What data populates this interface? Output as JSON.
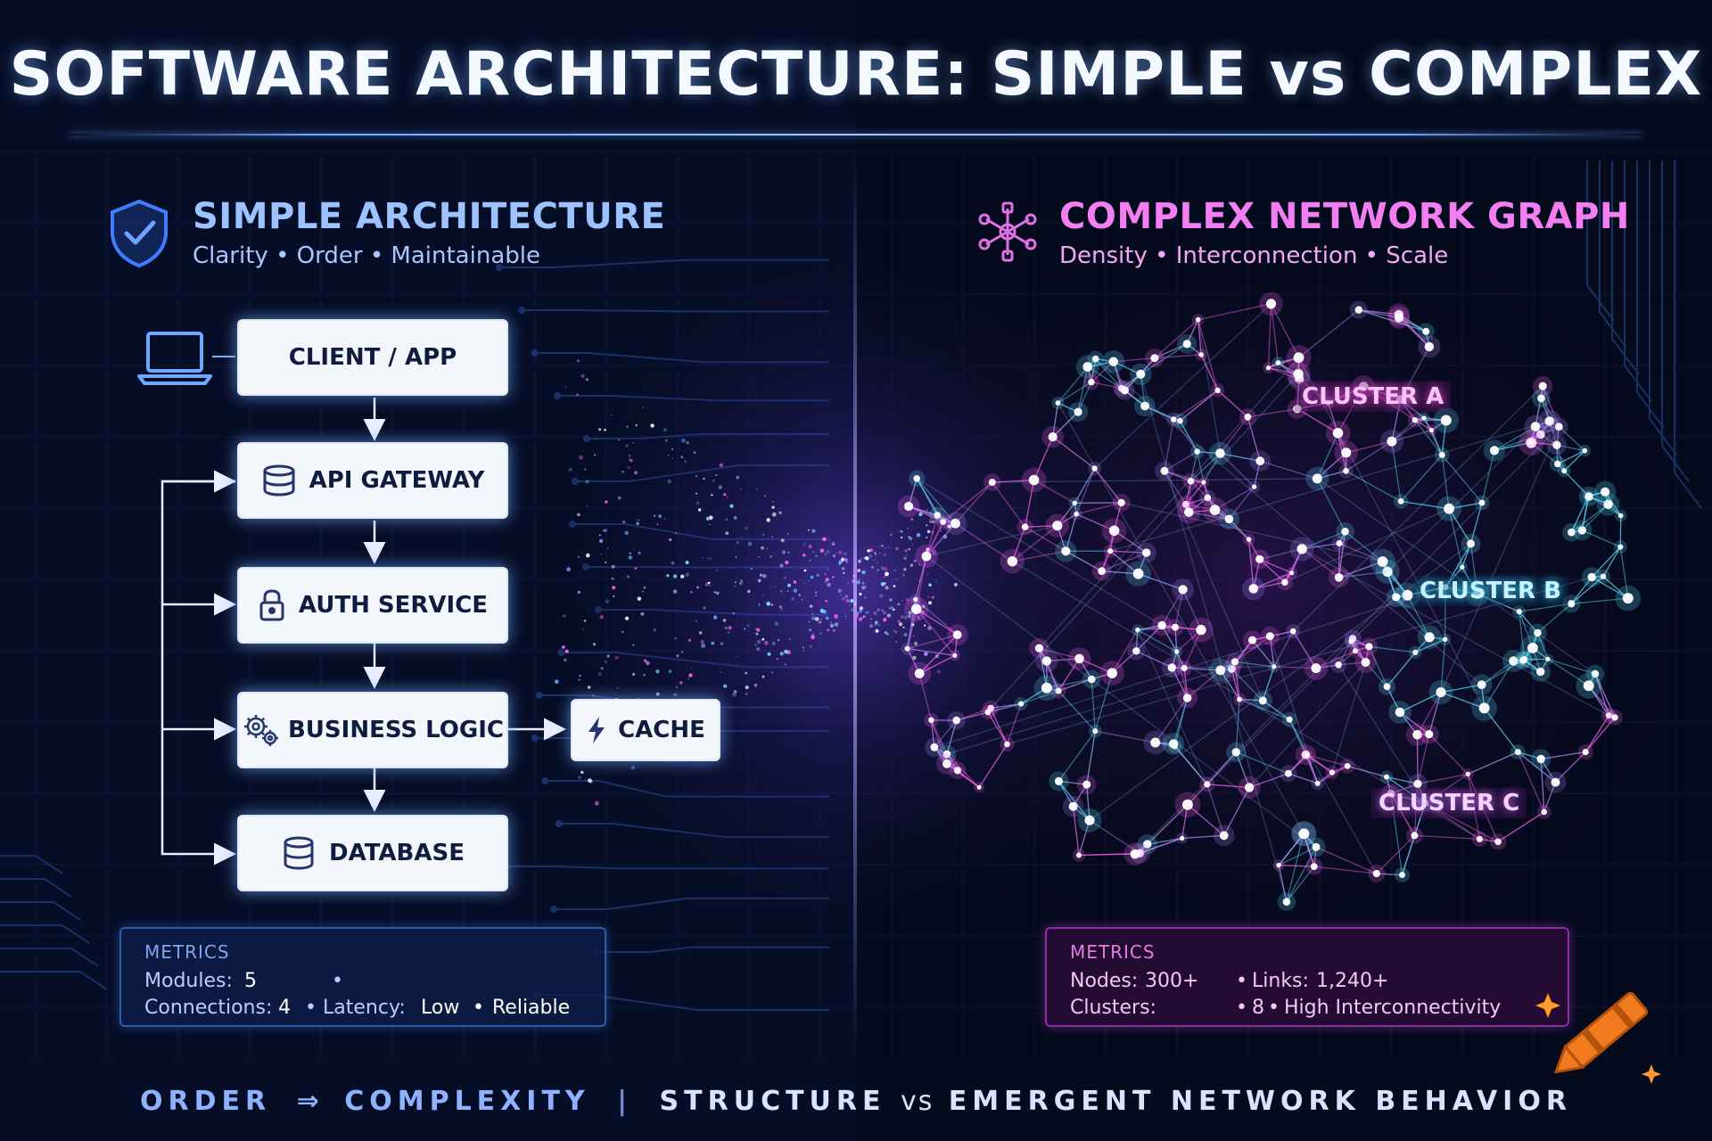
{
  "title": "SOFTWARE ARCHITECTURE: SIMPLE vs COMPLEX",
  "left": {
    "title": "SIMPLE ARCHITECTURE",
    "subtitle": "Clarity • Order • Maintainable",
    "icon": "shield-check-icon",
    "nodes": {
      "client": "CLIENT / APP",
      "gateway": "API GATEWAY",
      "auth": "AUTH SERVICE",
      "logic": "BUSINESS LOGIC",
      "cache": "CACHE",
      "database": "DATABASE"
    },
    "metrics": {
      "heading": "METRICS",
      "modules_label": "Modules:",
      "modules_value": "5",
      "connections_label": "Connections:",
      "connections_value": "4",
      "latency_label": "Latency:",
      "latency_value": "Low",
      "reliable": "Reliable"
    }
  },
  "right": {
    "title": "COMPLEX NETWORK GRAPH",
    "subtitle": "Density • Interconnection • Scale",
    "icon": "network-graph-icon",
    "clusters": {
      "a": "CLUSTER A",
      "b": "CLUSTER B",
      "c": "CLUSTER C"
    },
    "metrics": {
      "heading": "METRICS",
      "nodes_label": "Nodes:",
      "nodes_value": "300+",
      "links_label": "Links:",
      "links_value": "1,240+",
      "clusters_label": "Clusters:",
      "clusters_value": "8",
      "interconnectivity": "High Interconnectivity"
    }
  },
  "footer": {
    "order": "ORDER",
    "complexity": "COMPLEXITY",
    "structure": "STRUCTURE",
    "vs": "vs",
    "emergent": "EMERGENT NETWORK BEHAVIOR"
  },
  "colors": {
    "background": "#050a1c",
    "simple_accent": "#9cc2ff",
    "complex_accent": "#f27ef2",
    "node_pink": "#ff66f0",
    "node_cyan": "#5ee4ff",
    "node_violet": "#b38cff"
  }
}
